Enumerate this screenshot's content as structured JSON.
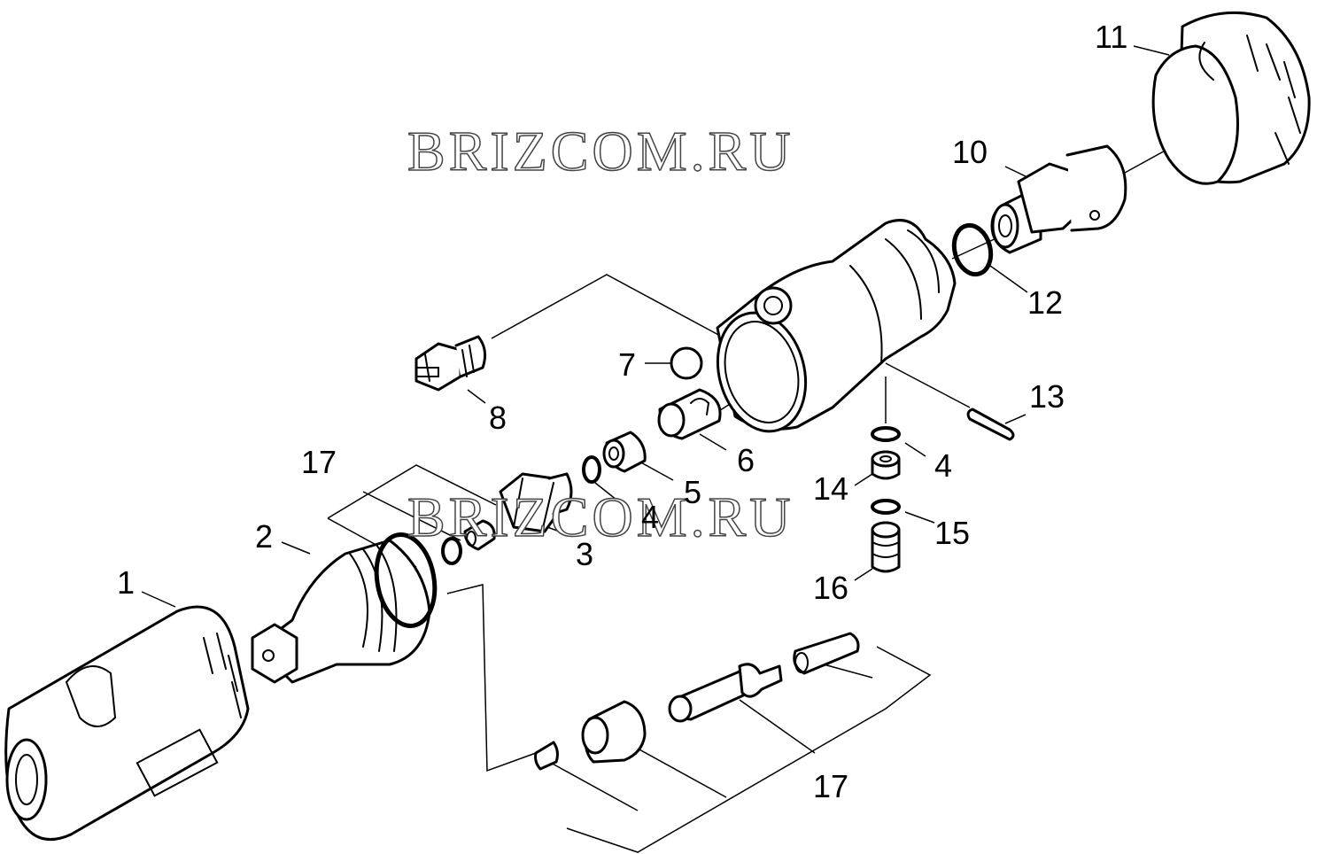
{
  "watermarks": [
    "BRIZCOM.RU",
    "BRIZCOM.RU"
  ],
  "callouts": {
    "c1": "1",
    "c2": "2",
    "c3": "3",
    "c4a": "4",
    "c4b": "4",
    "c5": "5",
    "c6": "6",
    "c7": "7",
    "c8": "8",
    "c10": "10",
    "c11": "11",
    "c12": "12",
    "c13": "13",
    "c14": "14",
    "c15": "15",
    "c16": "16",
    "c17a": "17",
    "c17b": "17"
  }
}
